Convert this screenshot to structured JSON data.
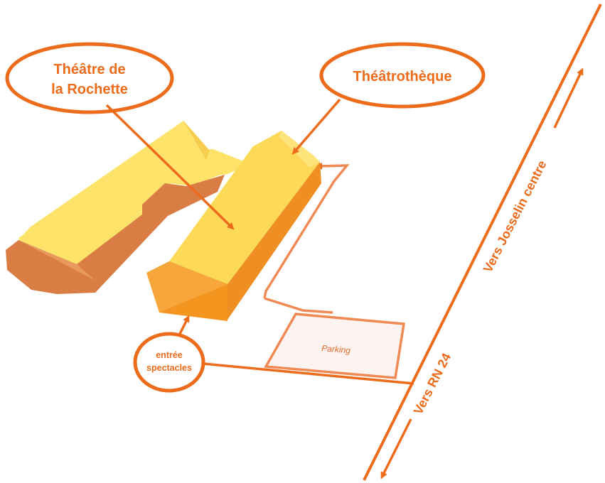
{
  "labels": {
    "theatre_line1": "Théâtre de",
    "theatre_line2": "la Rochette",
    "theatrotheque": "Théâtrothèque",
    "entree_line1": "entrée",
    "entree_line2": "spectacles",
    "parking": "Parking",
    "road_rn24": "Vers  RN 24",
    "road_josselin": "Vers Josselin centre"
  },
  "colors": {
    "accent": "#ec6c1c",
    "roof": "#fde36a",
    "roof_light": "#fff07a",
    "wall_dark": "#d97d45",
    "wall_orange": "#f2901e",
    "parking_fill": "#fdf3f0"
  }
}
